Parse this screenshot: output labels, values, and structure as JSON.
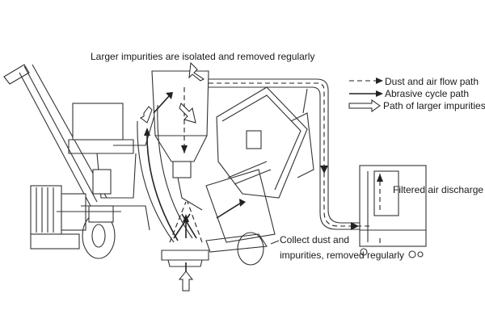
{
  "labels": {
    "top_note": "Larger impurities are isolated and removed regularly",
    "filtered_air": "Filtered air discharge",
    "collect_line1": "Collect dust and",
    "collect_line2": "impurities, removed regularly"
  },
  "legend": {
    "dust_air": "Dust and air flow path",
    "abrasive": "Abrasive cycle path",
    "larger": "Path of larger impurities"
  },
  "colors": {
    "line": "#333333",
    "arrow": "#222222",
    "text": "#1a1a1a"
  }
}
